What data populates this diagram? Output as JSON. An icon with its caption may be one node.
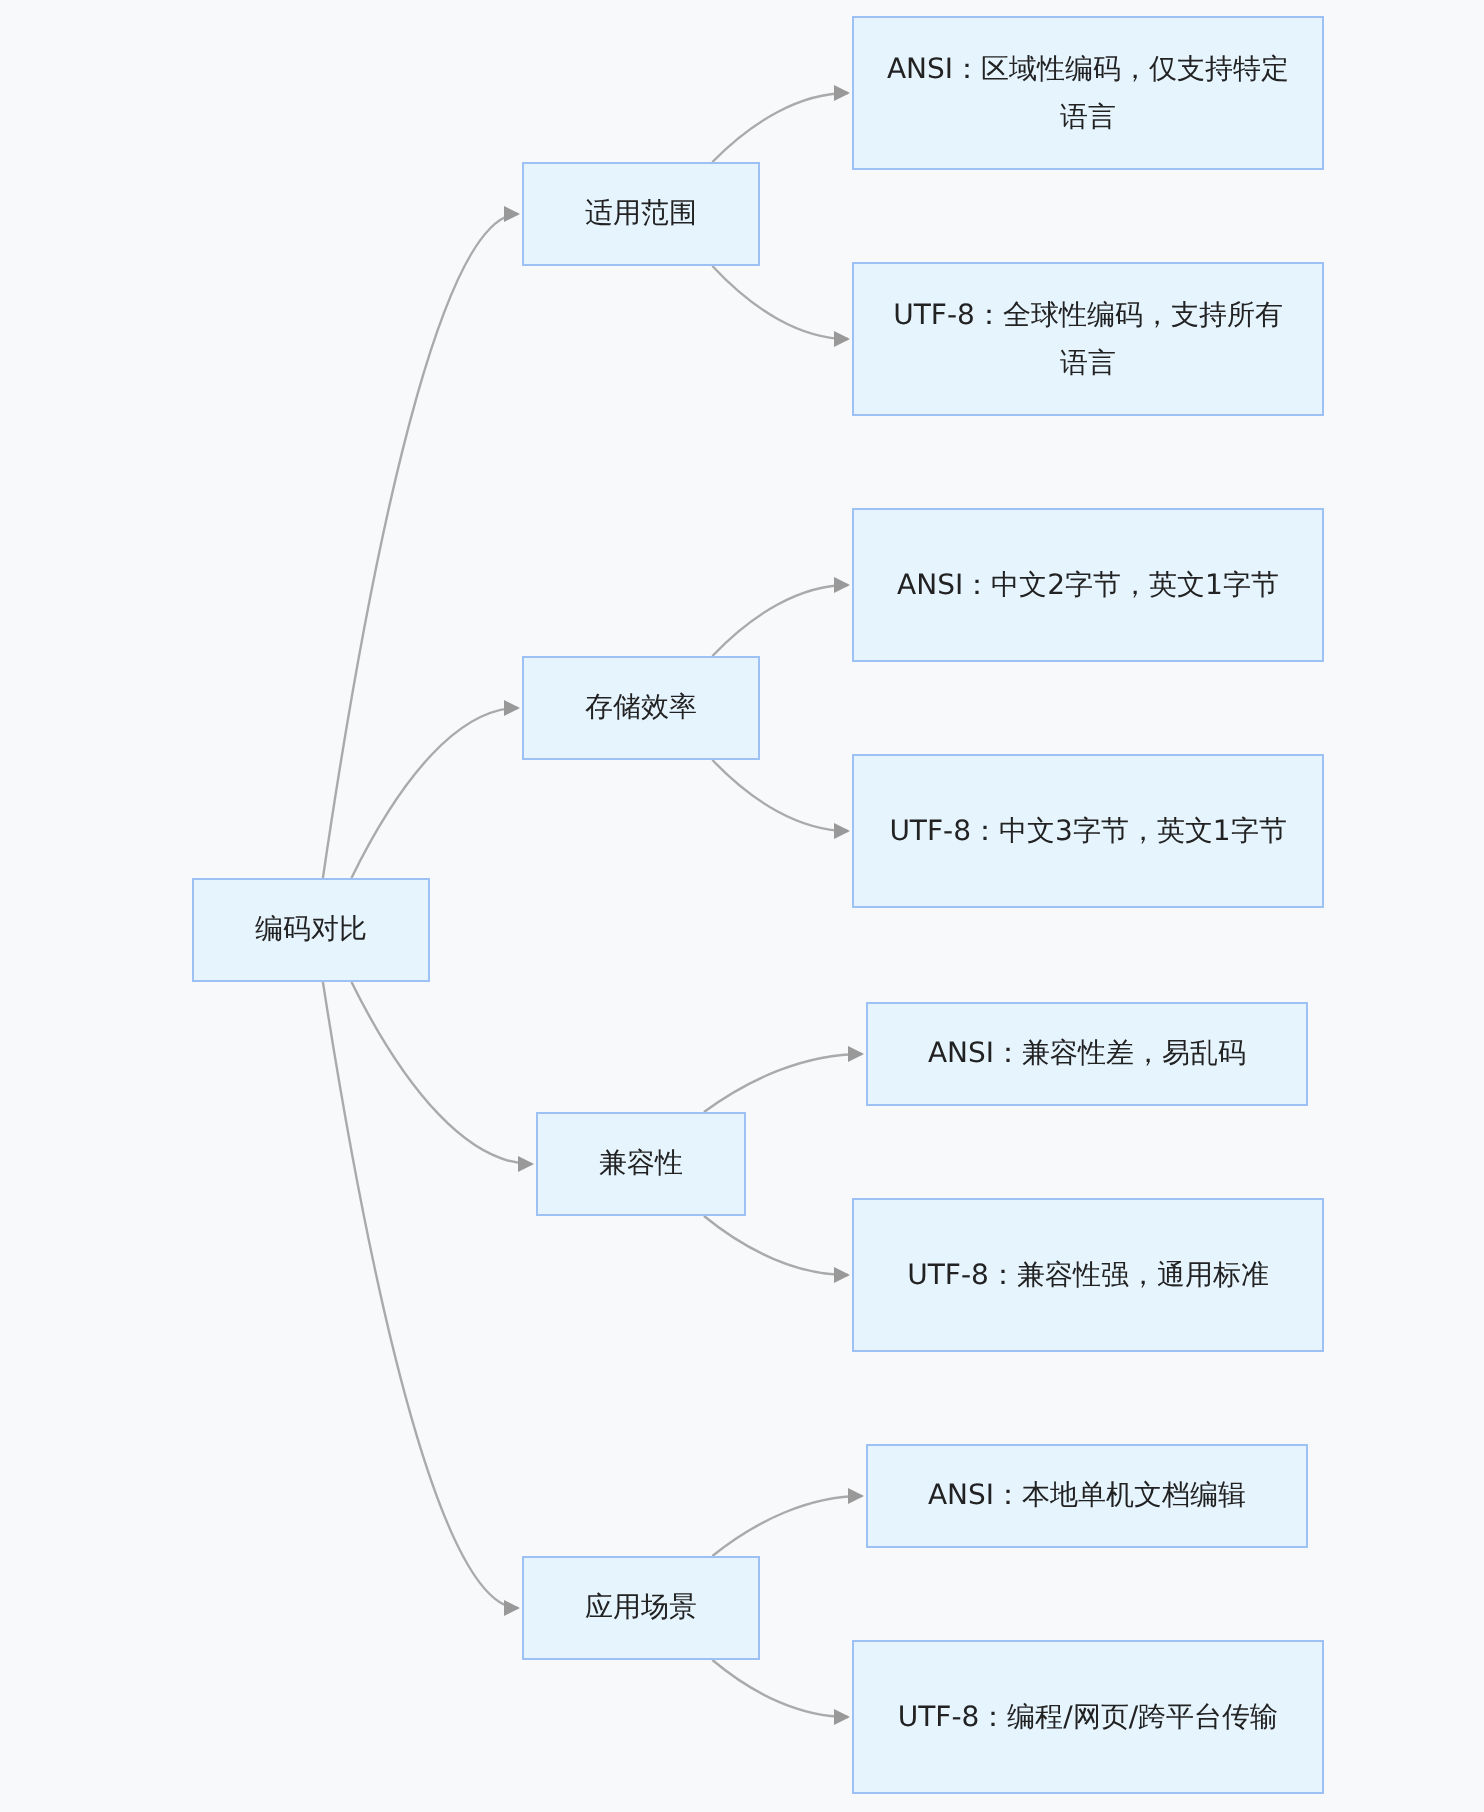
{
  "diagram": {
    "nodes": [
      {
        "text": [
          "编码对比"
        ]
      },
      {
        "text": [
          "适用范围"
        ]
      },
      {
        "text": [
          "ANSI：区域性编码，仅支持特定语言"
        ]
      },
      {
        "text": [
          "UTF-8：全球性编码，支持所有语言"
        ]
      },
      {
        "text": [
          "存储效率"
        ]
      },
      {
        "text": [
          "ANSI：中文2字节，英文1字节"
        ]
      },
      {
        "text": [
          "UTF-8：中文3字节，英文1字节"
        ]
      },
      {
        "text": [
          "兼容性"
        ]
      },
      {
        "text": [
          "ANSI：兼容性差，易乱码"
        ]
      },
      {
        "text": [
          "UTF-8：兼容性强，通用标准"
        ]
      },
      {
        "text": [
          "应用场景"
        ]
      },
      {
        "text": [
          "ANSI：本地单机文档编辑"
        ]
      },
      {
        "text": [
          "UTF-8：编程/网页/跨平台传输"
        ]
      }
    ],
    "edges": [
      {
        "from": 0,
        "to": 1,
        "arrow": "to"
      },
      {
        "from": 0,
        "to": 4,
        "arrow": "to"
      },
      {
        "from": 0,
        "to": 7,
        "arrow": "to"
      },
      {
        "from": 0,
        "to": 10,
        "arrow": "to"
      },
      {
        "from": 1,
        "to": 2,
        "arrow": "to"
      },
      {
        "from": 1,
        "to": 3,
        "arrow": "to"
      },
      {
        "from": 4,
        "to": 5,
        "arrow": "to"
      },
      {
        "from": 4,
        "to": 6,
        "arrow": "to"
      },
      {
        "from": 7,
        "to": 8,
        "arrow": "to"
      },
      {
        "from": 7,
        "to": 9,
        "arrow": "to"
      },
      {
        "from": 10,
        "to": 11,
        "arrow": "to"
      },
      {
        "from": 10,
        "to": 12,
        "arrow": "to"
      }
    ]
  }
}
